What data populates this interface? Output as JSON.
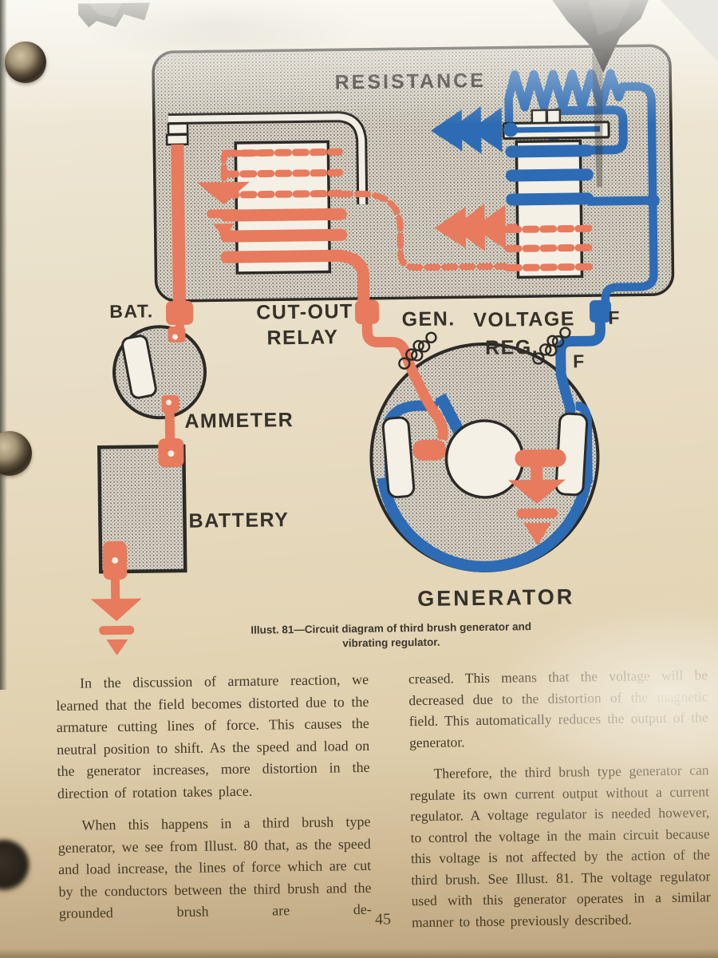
{
  "colors": {
    "wire_hot": "#e87a5d",
    "wire_field": "#2d6bb4",
    "ink": "#35312a",
    "text_ink": "#413828"
  },
  "figure": {
    "labels": {
      "resistance": "RESISTANCE",
      "bat": "BAT.",
      "cutout_line1": "CUT-OUT",
      "cutout_line2": "RELAY",
      "gen": "GEN.",
      "voltage": "VOLTAGE",
      "reg": "REG.",
      "field_upper": "F",
      "field_lower": "F",
      "ammeter": "AMMETER",
      "battery": "BATTERY",
      "generator": "GENERATOR"
    },
    "caption_line1": "Illust. 81—Circuit diagram of third brush generator and",
    "caption_line2": "vibrating regulator."
  },
  "body": {
    "left_column": {
      "paragraph1": "In the discussion of armature reaction, we learned that the field becomes distorted due to the armature cutting lines of force. This causes the neutral position to shift. As the speed and load on the generator increases, more distortion in the direction of rotation takes place.",
      "paragraph2": "When this happens in a third brush type generator, we see from Illust. 80 that, as the speed and load increase, the lines of force which are cut by the conductors between the third brush and the grounded brush are de-"
    },
    "right_column": {
      "paragraph1": "creased. This means that the voltage will be decreased due to the distortion of the magnetic field. This automatically reduces the output of the generator.",
      "paragraph2": "Therefore, the third brush type generator can regulate its own current output without a current regulator. A voltage regulator is needed however, to control the voltage in the main circuit because this voltage is not affected by the action of the third brush. See Illust. 81. The voltage regulator used with this generator operates in a similar manner to those previously described."
    }
  },
  "page_number": "45"
}
